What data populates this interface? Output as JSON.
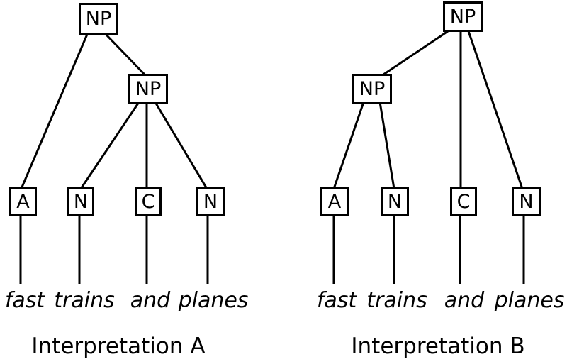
{
  "diagram": {
    "type": "syntax-trees",
    "background_color": "#ffffff",
    "line_color": "#000000",
    "sentence": "fast trains and planes"
  },
  "trees": [
    {
      "caption": "Interpretation A",
      "nodes": {
        "np_root": {
          "label": "NP"
        },
        "np_sub": {
          "label": "NP"
        },
        "leaf_a": {
          "label": "A",
          "word": "fast"
        },
        "leaf_n1": {
          "label": "N",
          "word": "trains"
        },
        "leaf_c": {
          "label": "C",
          "word": "and"
        },
        "leaf_n2": {
          "label": "N",
          "word": "planes"
        }
      },
      "edges": [
        [
          "np_root",
          "leaf_a"
        ],
        [
          "np_root",
          "np_sub"
        ],
        [
          "np_sub",
          "leaf_n1"
        ],
        [
          "np_sub",
          "leaf_c"
        ],
        [
          "np_sub",
          "leaf_n2"
        ]
      ]
    },
    {
      "caption": "Interpretation B",
      "nodes": {
        "np_root": {
          "label": "NP"
        },
        "np_sub": {
          "label": "NP"
        },
        "leaf_a": {
          "label": "A",
          "word": "fast"
        },
        "leaf_n1": {
          "label": "N",
          "word": "trains"
        },
        "leaf_c": {
          "label": "C",
          "word": "and"
        },
        "leaf_n2": {
          "label": "N",
          "word": "planes"
        }
      },
      "edges": [
        [
          "np_root",
          "np_sub"
        ],
        [
          "np_root",
          "leaf_c"
        ],
        [
          "np_root",
          "leaf_n2"
        ],
        [
          "np_sub",
          "leaf_a"
        ],
        [
          "np_sub",
          "leaf_n1"
        ]
      ]
    }
  ]
}
